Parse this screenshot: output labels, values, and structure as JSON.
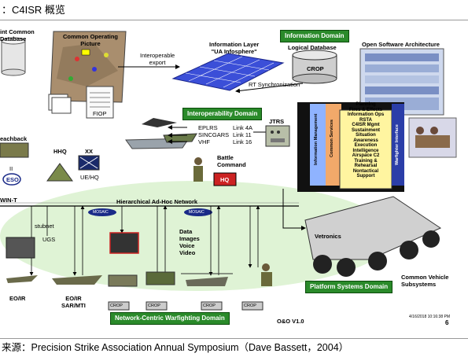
{
  "header": {
    "title": "：C4ISR 概览"
  },
  "footer": {
    "source": "来源：Precision Strike Association Annual Symposium（Dave Bassett，2004）"
  },
  "diagram": {
    "domains": {
      "information": "Information Domain",
      "interoperability": "Interoperability Domain",
      "network_centric": "Network-Centric Warfighting  Domain",
      "platform_systems": "Platform Systems Domain"
    },
    "top": {
      "joint_common_db": "int Common\nDatabase",
      "cop": "Common Operating\nPicture",
      "fiop": "FIOP",
      "interoperable_export": "Interoperable\nexport",
      "info_layer": "Information Layer\n\"UA Infosphere\"",
      "logical_db": "Logical Database",
      "crop": "CROP",
      "rt_sync": "RT Synchronization",
      "open_sw_arch": "Open Software Architecture"
    },
    "interop": {
      "links": [
        {
          "name": "EPLRS",
          "link": "Link 4A"
        },
        {
          "name": "SINCGARS",
          "link": "Link 11"
        },
        {
          "name": "VHF",
          "link": "Link 16"
        }
      ],
      "jtrs": "JTRS",
      "battle_command": "Battle\nCommand",
      "hq": "HQ"
    },
    "stack": {
      "info_mgmt": "Information Management",
      "common_services": "Common Services",
      "warfighter_interface": "Warfighter Interface",
      "functions": [
        "Planning",
        "Fires & Effects",
        "Information Ops",
        "RSTA",
        "C4ISR Mgmt",
        "Sustainment",
        "Situation",
        "Awareness",
        "Execution",
        "Intelligence",
        "Airspace C2",
        "Training &",
        "Rehearsal",
        "Nontactical",
        "Support"
      ]
    },
    "left": {
      "reachback": "eachback",
      "hhq": "HHQ",
      "xx": "XX",
      "ue_hq": "UE/HQ",
      "ii": "II",
      "eso": "ESO",
      "win_t": "WIN-T",
      "stubnet": "stubnet",
      "ugs": "UGS"
    },
    "network": {
      "title": "Hierarchical Ad-Hoc Network",
      "mosaic": "MOSAIC",
      "data_list": "Data\nImages\nVoice\nVideo"
    },
    "bottom": {
      "eo_ir": "EO/IR",
      "eo_ir_sar": "EO/IR\nSAR/MTI",
      "crop_labels": [
        "CROP",
        "CROP",
        "CROP",
        "CROP"
      ],
      "vetronics": "Vetronics",
      "common_vehicle": "Common Vehicle\nSubsystems",
      "o_o": "O&O V1.0",
      "date": "4/16/2018 10:16:38 PM",
      "page": "6"
    },
    "colors": {
      "domain_green": "#2a8a2a",
      "hq_red": "#cc2222",
      "info_layer_blue": "#3b4fd8",
      "stack_orange": "#f2a96a",
      "stack_yellow": "#fff5a0",
      "stack_blue": "#2b3ea8"
    }
  }
}
